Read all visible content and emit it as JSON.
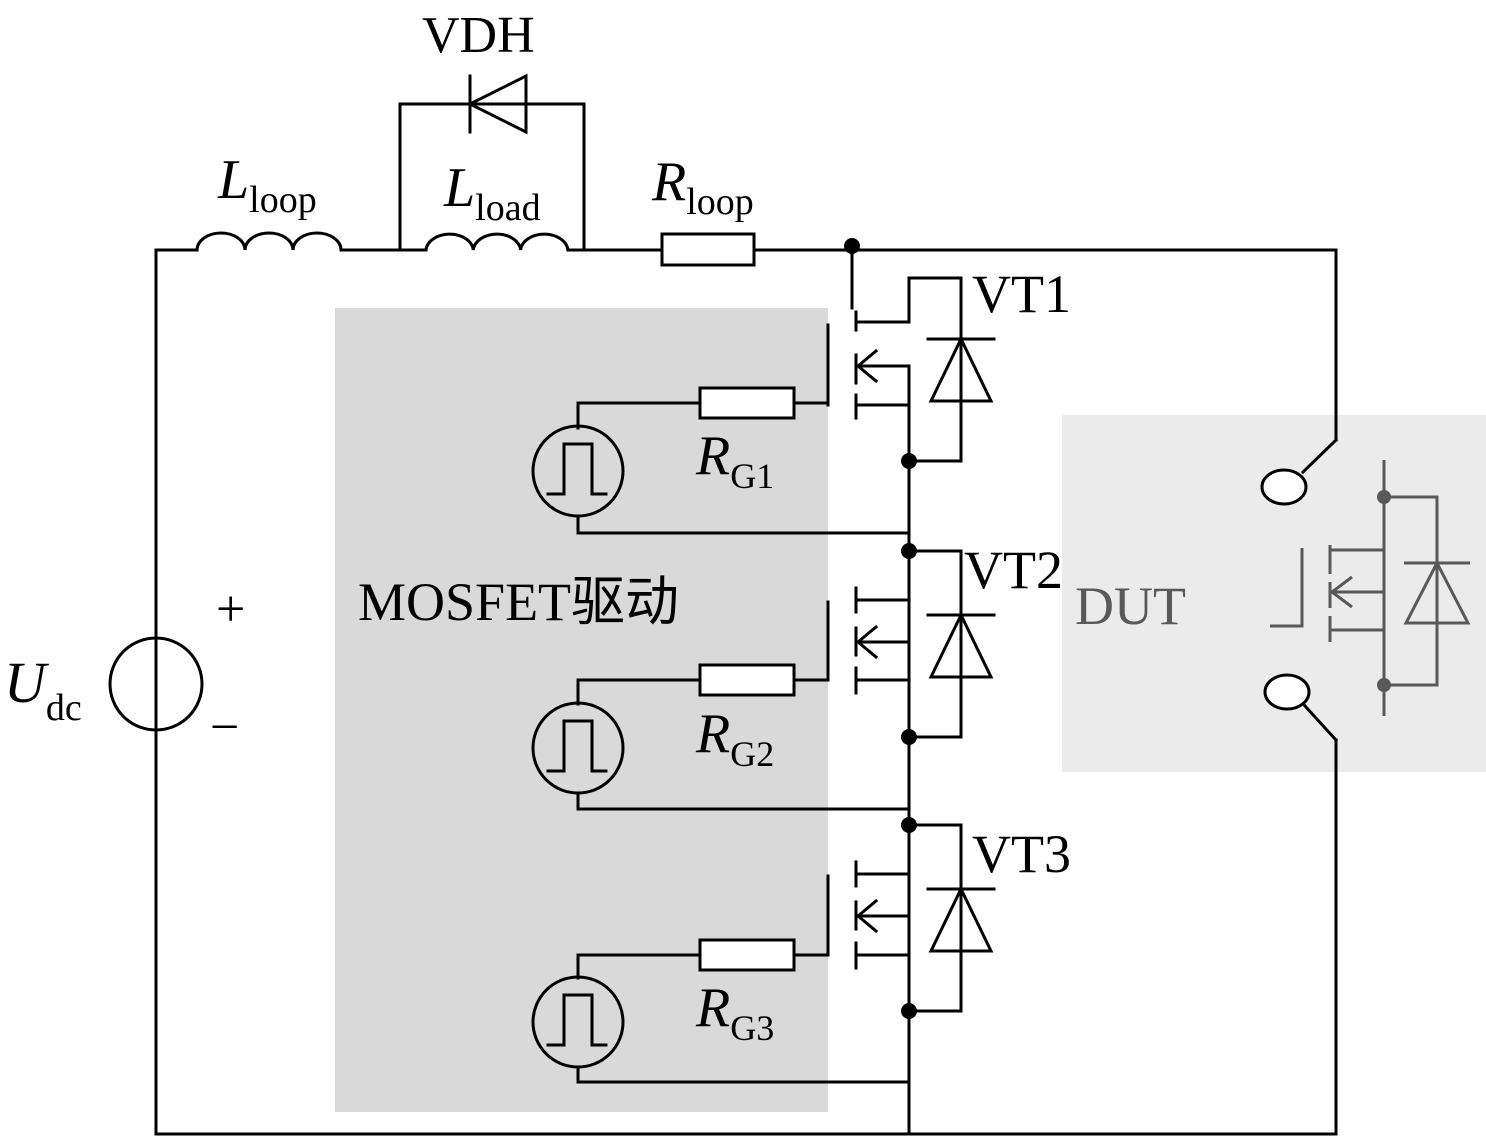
{
  "diagram": {
    "labels": {
      "vdh": "VDH",
      "l_loop_main": "L",
      "l_loop_sub": "loop",
      "l_load_main": "L",
      "l_load_sub": "load",
      "r_loop_main": "R",
      "r_loop_sub": "loop",
      "vt1": "VT1",
      "vt2": "VT2",
      "vt3": "VT3",
      "rg1_main": "R",
      "rg1_sub": "G1",
      "rg2_main": "R",
      "rg2_sub": "G2",
      "rg3_main": "R",
      "rg3_sub": "G3",
      "udc_main": "U",
      "udc_sub": "dc",
      "plus": "+",
      "minus": "−",
      "driver": "MOSFET驱动",
      "dut": "DUT"
    },
    "colors": {
      "wire": "#000000",
      "driver_box": "#d9d9d9",
      "dut_box": "#ebebeb",
      "dut_text": "#595959"
    }
  }
}
